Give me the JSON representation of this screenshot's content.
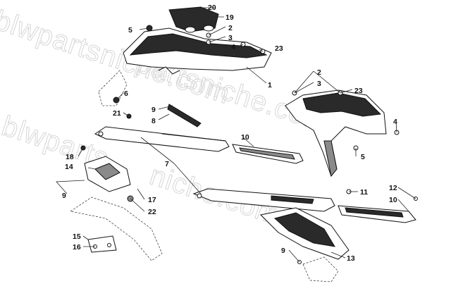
{
  "watermark": "blwpartsniche.com",
  "callouts": {
    "c20": "20",
    "c19": "19",
    "c5a": "5",
    "c2a": "2",
    "c3a": "3",
    "c4a": "4",
    "c23a": "23",
    "c1": "1",
    "c2b": "2",
    "c3b": "3",
    "c23b": "23",
    "c6": "6",
    "c9a": "9",
    "c8": "8",
    "c21": "21",
    "c4b": "4",
    "c10a": "10",
    "c5b": "5",
    "c18": "18",
    "c14": "14",
    "c7": "7",
    "c9b": "9",
    "c17": "17",
    "c22": "22",
    "c11": "11",
    "c12": "12",
    "c10b": "10",
    "c15": "15",
    "c16": "16",
    "c9c": "9",
    "c13": "13"
  }
}
